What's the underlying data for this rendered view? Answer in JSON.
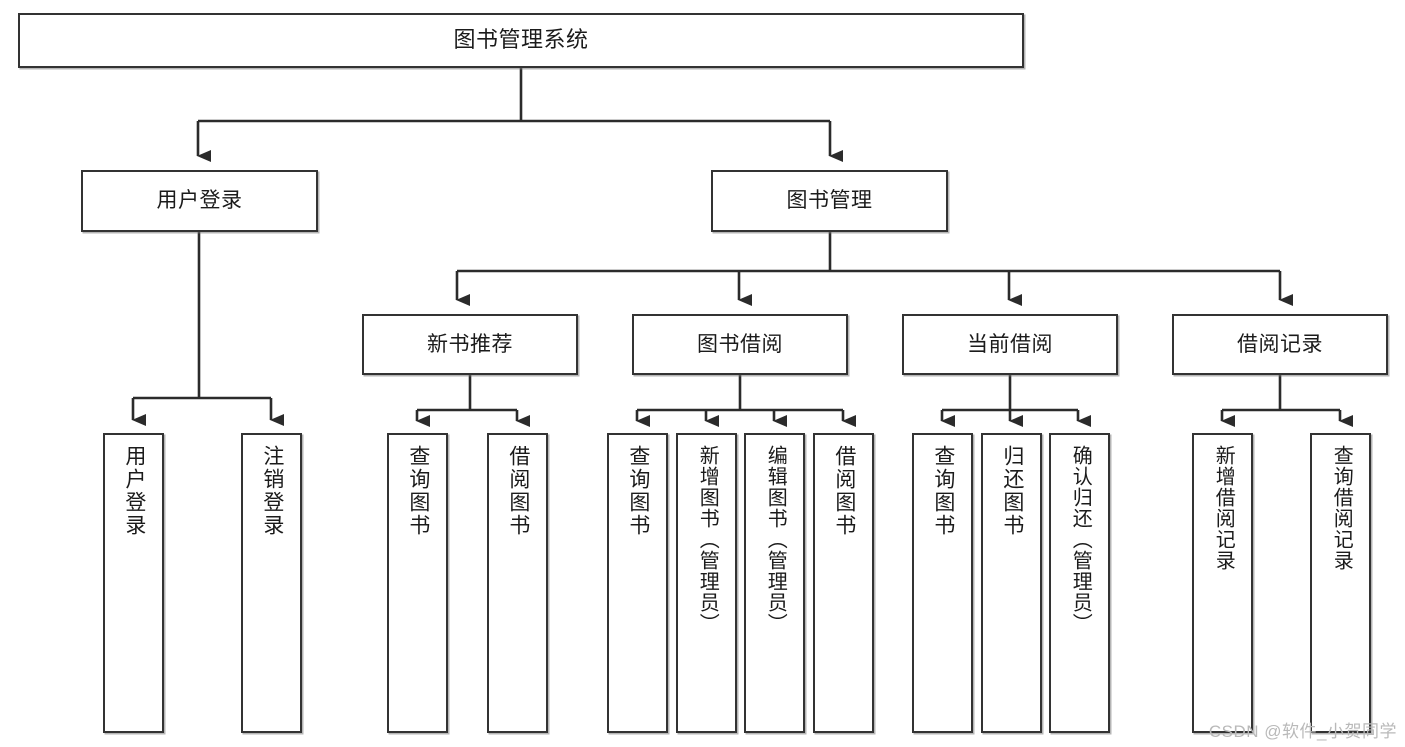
{
  "diagram": {
    "title": "图书管理系统",
    "type": "functional-structure-tree",
    "root": {
      "id": "root",
      "label": "图书管理系统"
    },
    "level2": [
      {
        "id": "user-login",
        "label": "用户登录"
      },
      {
        "id": "book-manage",
        "label": "图书管理"
      }
    ],
    "level3": [
      {
        "id": "new-book-recommend",
        "label": "新书推荐",
        "parent": "book-manage"
      },
      {
        "id": "book-borrow",
        "label": "图书借阅",
        "parent": "book-manage"
      },
      {
        "id": "current-borrow",
        "label": "当前借阅",
        "parent": "book-manage"
      },
      {
        "id": "borrow-record",
        "label": "借阅记录",
        "parent": "book-manage"
      }
    ],
    "leaves": [
      {
        "id": "leaf-user-login",
        "label": "用户登录",
        "parent": "user-login"
      },
      {
        "id": "leaf-logout",
        "label": "注销登录",
        "parent": "user-login"
      },
      {
        "id": "leaf-query-book-1",
        "label": "查询图书",
        "parent": "new-book-recommend"
      },
      {
        "id": "leaf-borrow-book-1",
        "label": "借阅图书",
        "parent": "new-book-recommend"
      },
      {
        "id": "leaf-query-book-2",
        "label": "查询图书",
        "parent": "book-borrow"
      },
      {
        "id": "leaf-add-book",
        "label": "新增图书（管理员）",
        "parent": "book-borrow"
      },
      {
        "id": "leaf-edit-book",
        "label": "编辑图书（管理员）",
        "parent": "book-borrow"
      },
      {
        "id": "leaf-borrow-book-2",
        "label": "借阅图书",
        "parent": "book-borrow"
      },
      {
        "id": "leaf-query-book-3",
        "label": "查询图书",
        "parent": "current-borrow"
      },
      {
        "id": "leaf-return-book",
        "label": "归还图书",
        "parent": "current-borrow"
      },
      {
        "id": "leaf-confirm-return",
        "label": "确认归还（管理员）",
        "parent": "current-borrow"
      },
      {
        "id": "leaf-add-record",
        "label": "新增借阅记录",
        "parent": "borrow-record"
      },
      {
        "id": "leaf-query-record",
        "label": "查询借阅记录",
        "parent": "borrow-record"
      }
    ],
    "colors": {
      "box_border": "#333333",
      "box_fill": "#ffffff",
      "connector": "#2b2b2b",
      "watermark": "#b9b9b9",
      "background": "#ffffff"
    }
  },
  "watermark": {
    "text": "CSDN @软件_小贺同学"
  }
}
